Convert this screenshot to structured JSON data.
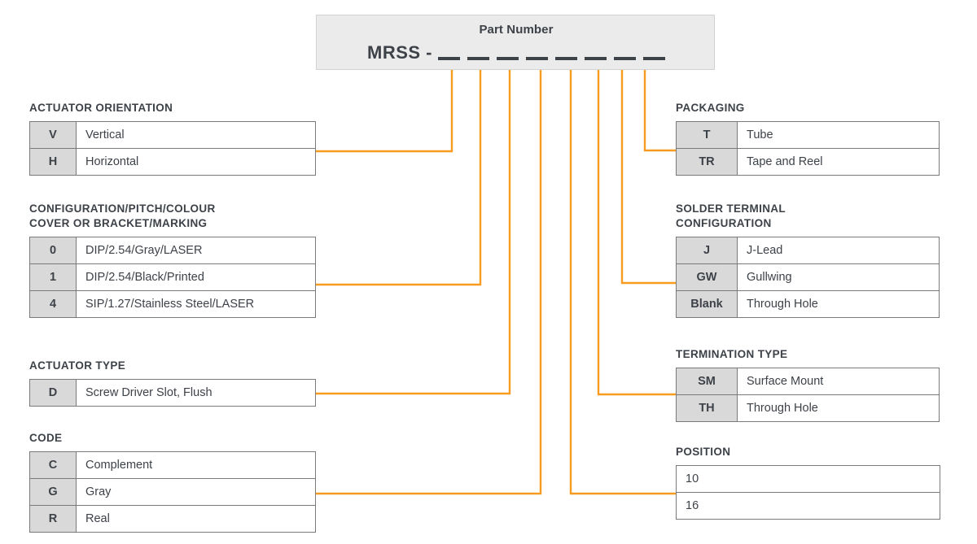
{
  "part_number": {
    "title": "Part Number",
    "prefix": "MRSS -",
    "blank_count": 8,
    "blanks": [
      "",
      "",
      "",
      "",
      "",
      "",
      "",
      ""
    ]
  },
  "colors": {
    "connector": "#f79c1e",
    "header_fill": "#ebebeb",
    "code_cell_fill": "#d9d9d9",
    "border": "#7a7a7a",
    "text": "#3d4249"
  },
  "groups": {
    "actuator_orientation": {
      "title": "ACTUATOR ORIENTATION",
      "rows": [
        {
          "code": "V",
          "desc": "Vertical"
        },
        {
          "code": "H",
          "desc": "Horizontal"
        }
      ]
    },
    "configuration": {
      "title_line1": "CONFIGURATION/PITCH/COLOUR",
      "title_line2": "COVER OR BRACKET/MARKING",
      "rows": [
        {
          "code": "0",
          "desc": "DIP/2.54/Gray/LASER"
        },
        {
          "code": "1",
          "desc": "DIP/2.54/Black/Printed"
        },
        {
          "code": "4",
          "desc": "SIP/1.27/Stainless Steel/LASER"
        }
      ]
    },
    "actuator_type": {
      "title": "ACTUATOR TYPE",
      "rows": [
        {
          "code": "D",
          "desc": "Screw Driver Slot, Flush"
        }
      ]
    },
    "code": {
      "title": "CODE",
      "rows": [
        {
          "code": "C",
          "desc": "Complement"
        },
        {
          "code": "G",
          "desc": "Gray"
        },
        {
          "code": "R",
          "desc": "Real"
        }
      ]
    },
    "packaging": {
      "title": "PACKAGING",
      "rows": [
        {
          "code": "T",
          "desc": "Tube"
        },
        {
          "code": "TR",
          "desc": "Tape and Reel"
        }
      ]
    },
    "solder_terminal": {
      "title_line1": "SOLDER TERMINAL",
      "title_line2": "CONFIGURATION",
      "rows": [
        {
          "code": "J",
          "desc": "J-Lead"
        },
        {
          "code": "GW",
          "desc": "Gullwing"
        },
        {
          "code": "Blank",
          "desc": "Through Hole"
        }
      ]
    },
    "termination_type": {
      "title": "TERMINATION TYPE",
      "rows": [
        {
          "code": "SM",
          "desc": "Surface Mount"
        },
        {
          "code": "TH",
          "desc": "Through Hole"
        }
      ]
    },
    "position": {
      "title": "POSITION",
      "rows": [
        {
          "value": "10"
        },
        {
          "value": "16"
        }
      ]
    }
  }
}
